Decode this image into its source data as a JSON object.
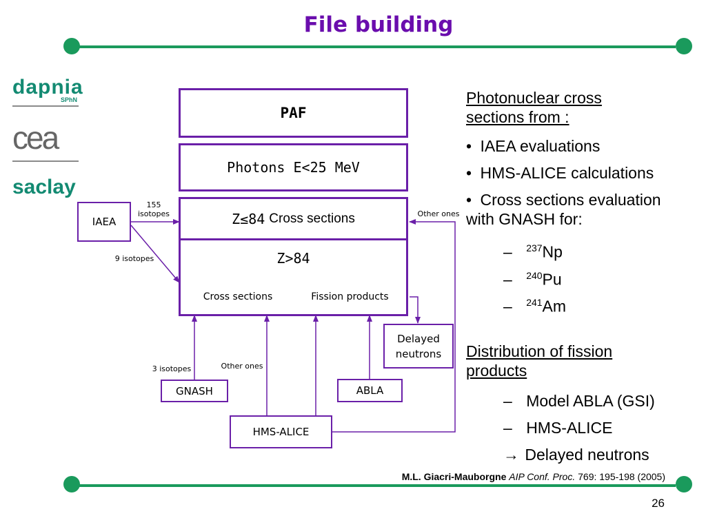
{
  "slide": {
    "title": "File building",
    "page_number": "26"
  },
  "logos": {
    "dapnia": "dapnia",
    "dapnia_sub": "SPhN",
    "cea": "cea",
    "saclay": "saclay"
  },
  "diagram": {
    "paf": "PAF",
    "photons": "Photons E<25 MeV",
    "z_le_84_symbol": "Z≤84",
    "z_le_84_text": "Cross sections",
    "z_gt_84": "Z>84",
    "cross_sections": "Cross sections",
    "fission_products": "Fission products",
    "iaea": "IAEA",
    "gnash": "GNASH",
    "abla": "ABLA",
    "hms_alice": "HMS-ALICE",
    "delayed_line1": "Delayed",
    "delayed_line2": "neutrons",
    "label_155_line1": "155",
    "label_155_line2": "isotopes",
    "label_9": "9 isotopes",
    "label_3": "3 isotopes",
    "label_other_bottom": "Other ones",
    "label_other_right": "Other ones"
  },
  "right_panel": {
    "heading1_line1": "Photonuclear cross",
    "heading1_line2": "sections from :",
    "bullet1": "IAEA evaluations",
    "bullet2": "HMS-ALICE calculations",
    "bullet3_line1": "Cross sections evaluation",
    "bullet3_line2": "with GNASH for:",
    "isotope1_mass": "237",
    "isotope1_symbol": "Np",
    "isotope2_mass": "240",
    "isotope2_symbol": "Pu",
    "isotope3_mass": "241",
    "isotope3_symbol": "Am",
    "heading2_line1": "Distribution of fission",
    "heading2_line2": "products",
    "item1": "Model ABLA (GSI)",
    "item2": "HMS-ALICE",
    "item3": "Delayed neutrons",
    "dash": "–",
    "bullet_char": "•",
    "arrow_char": "→"
  },
  "citation": {
    "author": "M.L. Giacri-Mauborgne",
    "journal": "AIP Conf. Proc.",
    "details": "769: 195-198 (2005)"
  },
  "colors": {
    "accent": "#6a1fa8",
    "title": "#6a0dad",
    "rule": "#1a9a5c",
    "logo": "#138a72"
  }
}
